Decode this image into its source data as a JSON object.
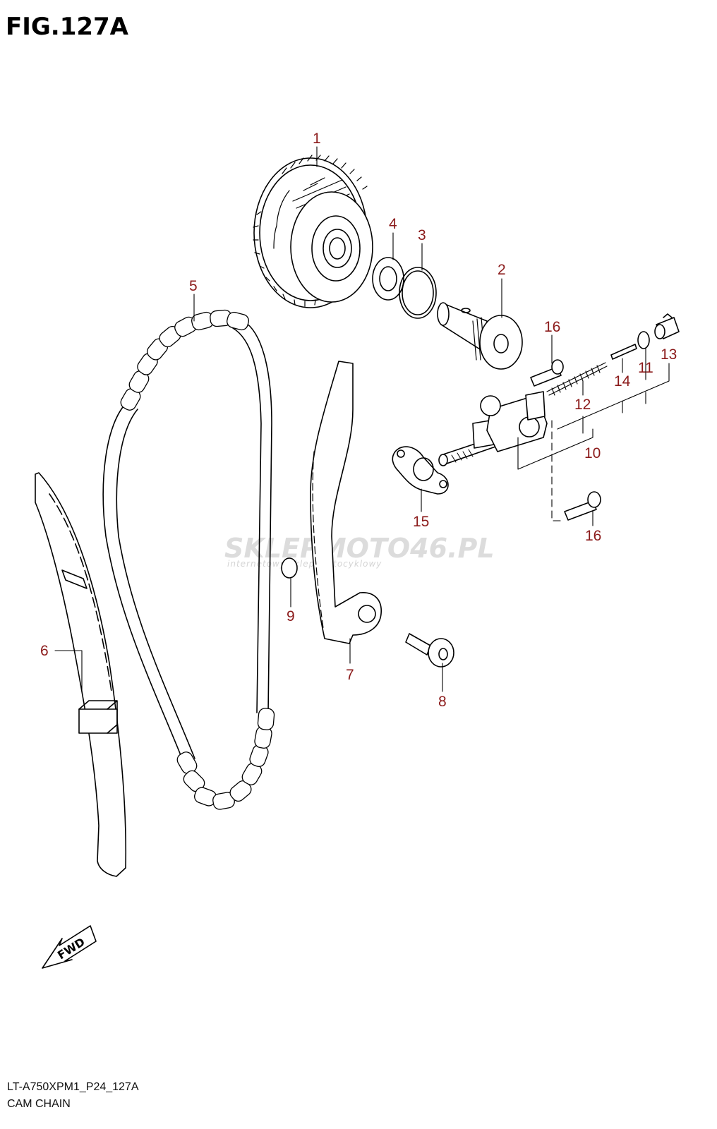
{
  "figure": {
    "title": "FIG.127A",
    "code": "LT-A750XPM1_P24_127A",
    "caption": "CAM CHAIN"
  },
  "watermark": {
    "main": "SKLEPMOTO46.PL",
    "sub": "internetowy sklep motocyklowy"
  },
  "direction_marker": "FWD",
  "callouts": {
    "c1": "1",
    "c2": "2",
    "c3": "3",
    "c4": "4",
    "c5": "5",
    "c6": "6",
    "c7": "7",
    "c8": "8",
    "c9": "9",
    "c10": "10",
    "c11": "11",
    "c12": "12",
    "c13": "13",
    "c14": "14",
    "c15": "15",
    "c16a": "16",
    "c16b": "16"
  },
  "colors": {
    "callout": "#8b1a1a",
    "line": "#000000",
    "watermark": "#dcdcdc"
  }
}
